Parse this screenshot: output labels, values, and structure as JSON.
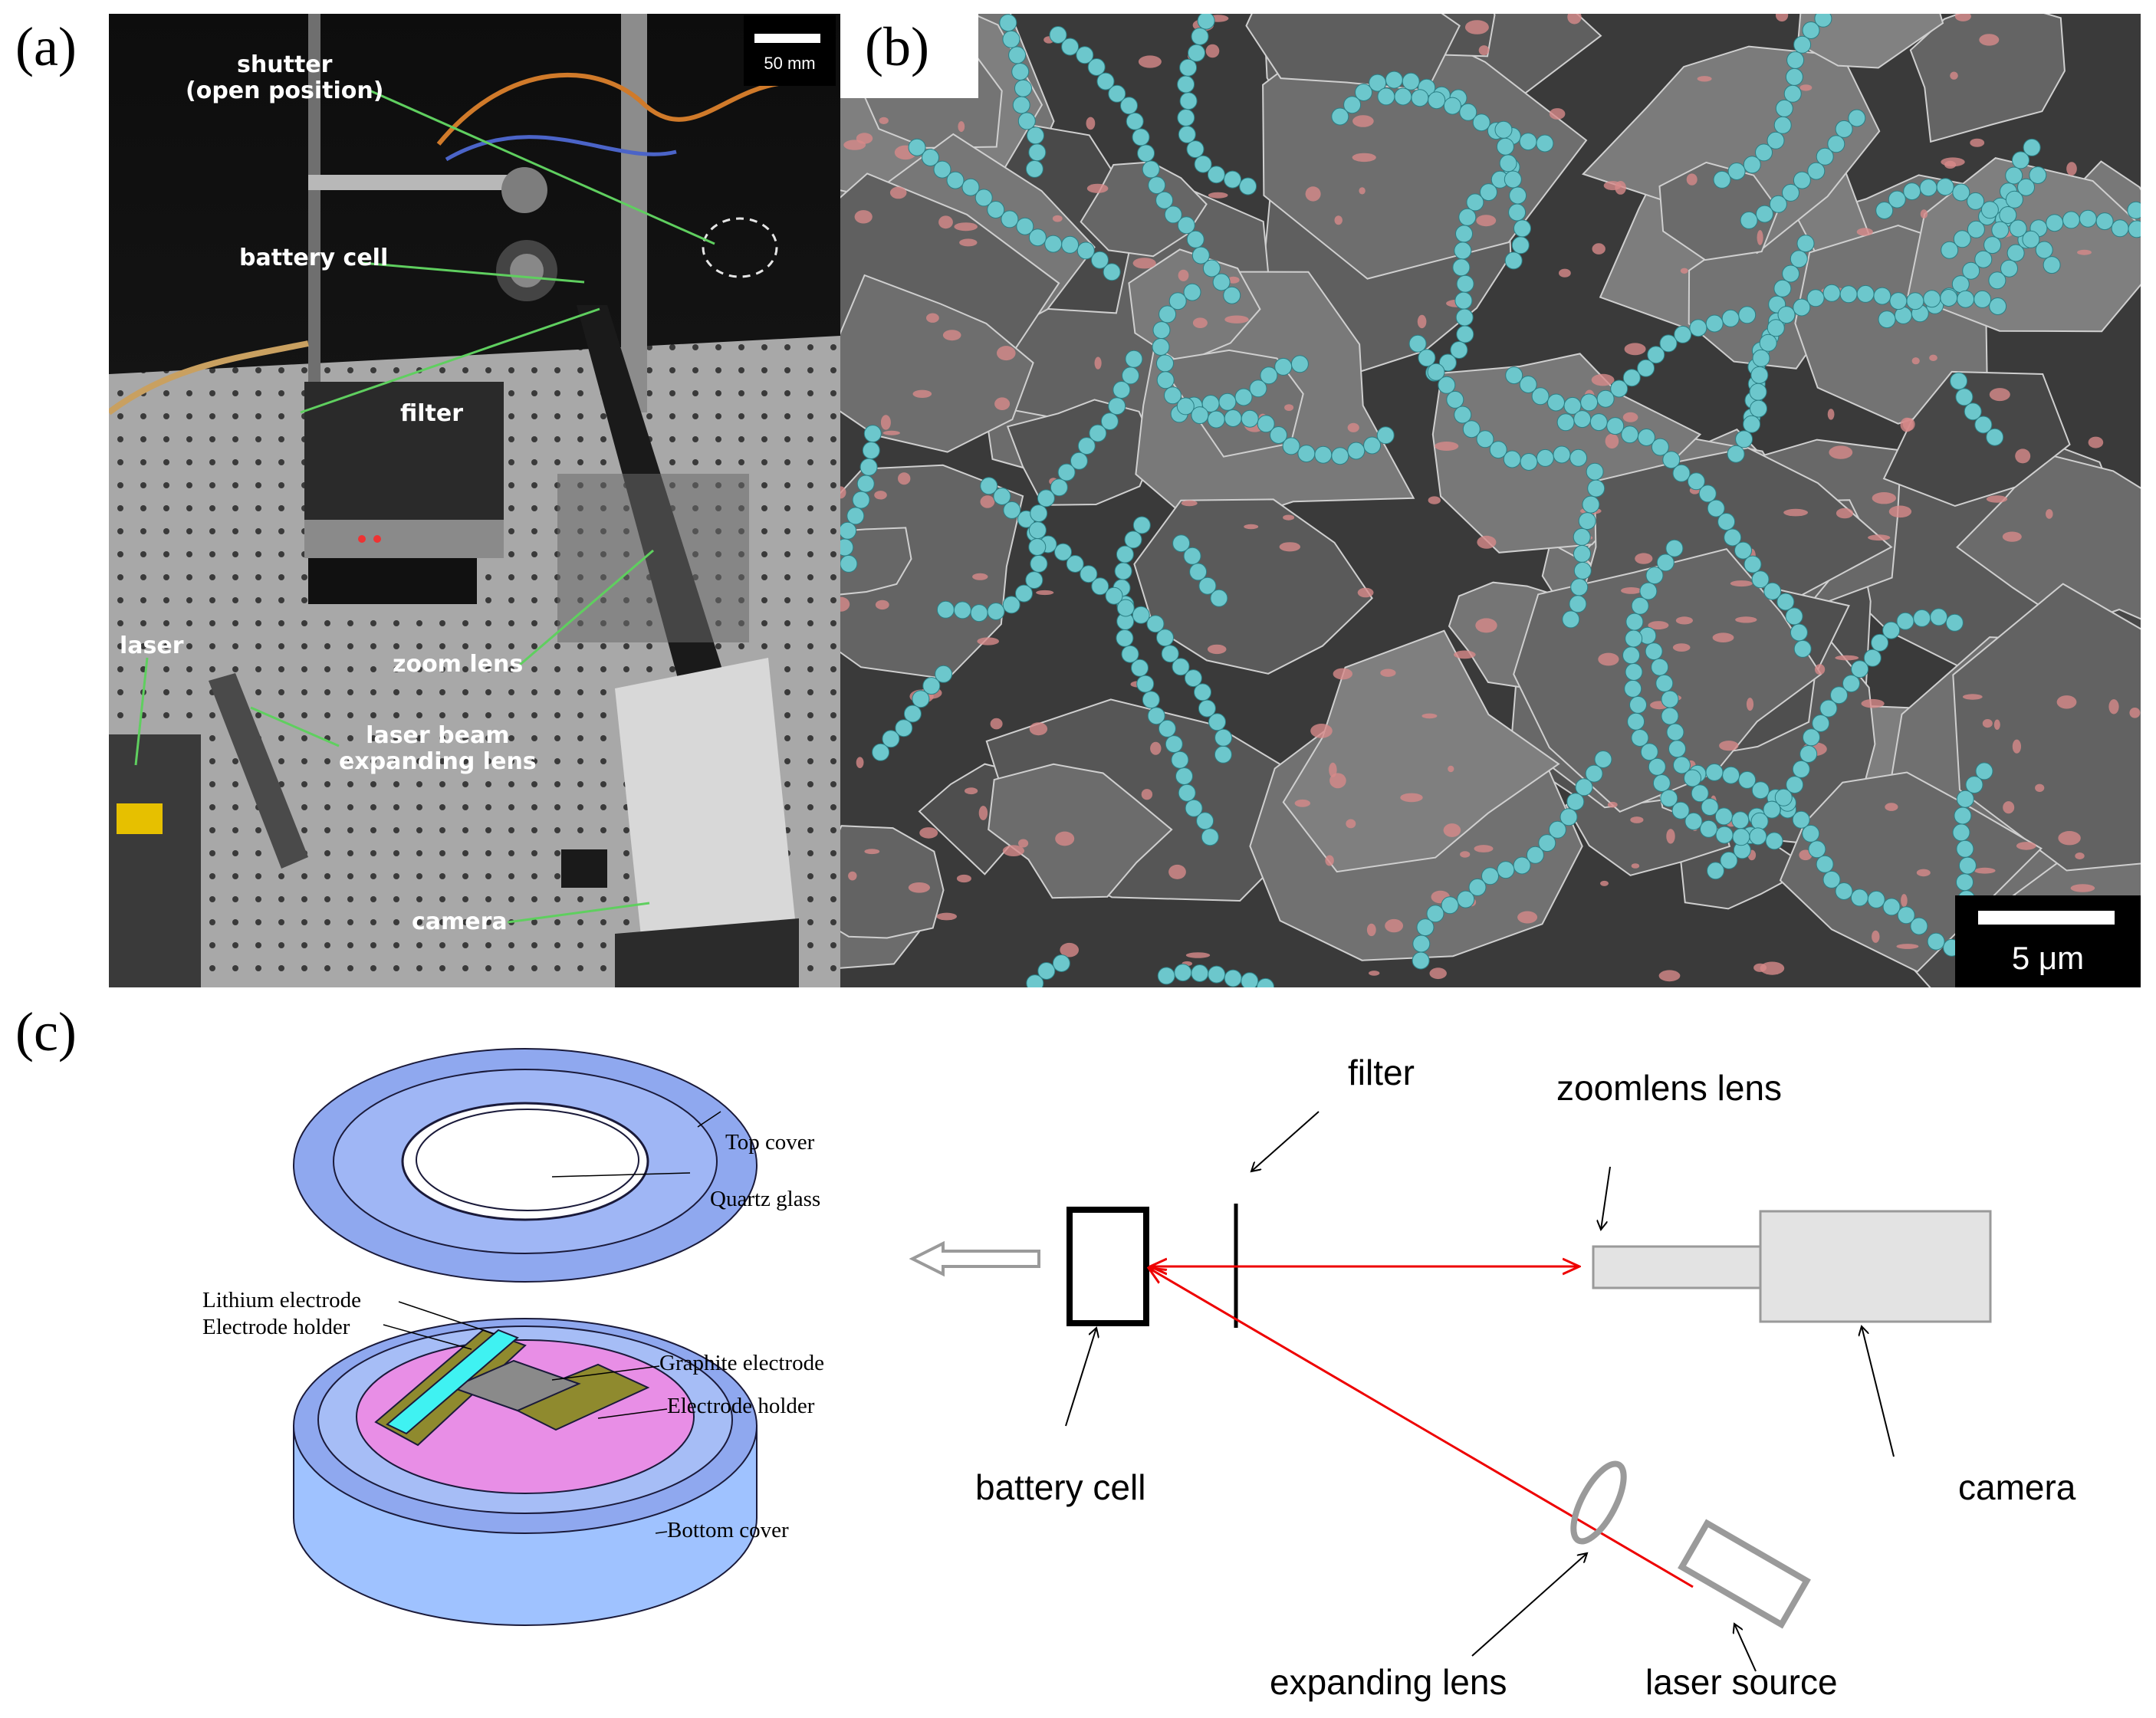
{
  "panels": {
    "a": {
      "letter": "(a)",
      "scale_bar": "50 mm",
      "labels": {
        "shutter": "shutter\n(open position)",
        "battery_cell": "battery cell",
        "filter": "filter",
        "laser": "laser",
        "laser_beam": "laser beam\nexpanding lens",
        "zoom_lens": "zoom lens",
        "camera": "camera"
      }
    },
    "b": {
      "letter": "(b)",
      "scale_bar": "5 μm",
      "colors": {
        "particles": "#6cc7cc",
        "binder": "#d78a8a",
        "background": "#3a3a3a"
      }
    },
    "c": {
      "letter": "(c)",
      "exploded_labels": {
        "top_cover": "Top cover",
        "quartz_glass": "Quartz glass",
        "lithium_electrode": "Lithium electrode",
        "electrode_holder_left": "Electrode holder",
        "graphite_electrode": "Graphite electrode",
        "electrode_holder_right": "Electrode holder",
        "bottom_cover": "Bottom cover"
      },
      "schematic_labels": {
        "filter": "filter",
        "zoomlens": "zoomlens lens",
        "battery_cell": "battery cell",
        "camera": "camera",
        "expanding_lens": "expanding lens",
        "laser_source": "laser source"
      },
      "colors": {
        "cover": "#8fa8ef",
        "pink": "#e88ee6",
        "olive": "#8f8a2e",
        "cyan": "#3ff2f2",
        "beam": "#ee0000",
        "grey_component": "#e3e3e3"
      }
    }
  }
}
